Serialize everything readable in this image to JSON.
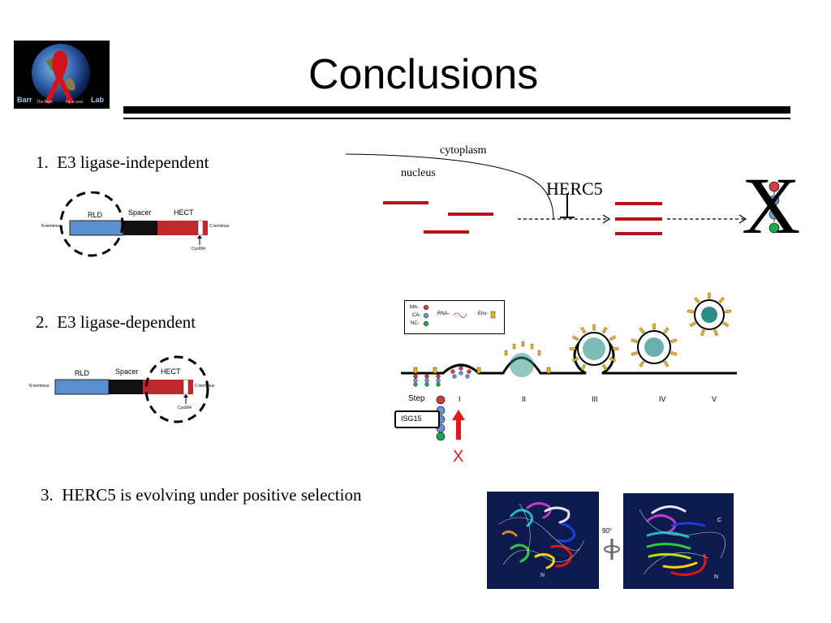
{
  "slide": {
    "title": "Conclusions",
    "logo": {
      "left_text": "Barr",
      "right_text": "Lab",
      "tagline_left": "The hunt",
      "tagline_right": "for a cure"
    },
    "points": [
      {
        "number": "1.",
        "text": "E3 ligase-independent"
      },
      {
        "number": "2.",
        "text": "E3 ligase-dependent"
      },
      {
        "number": "3.",
        "text": "HERC5 is evolving under positive selection"
      }
    ]
  },
  "domain_diagram": {
    "rld": "RLD",
    "spacer": "Spacer",
    "hect": "HECT",
    "n_terminus": "N-terminus",
    "c_terminus": "C-terminus",
    "cys": "Cys994"
  },
  "nuclear_export": {
    "cytoplasm": "cytoplasm",
    "nucleus": "nucleus",
    "herc5": "HERC5",
    "block": "X"
  },
  "budding": {
    "legend": {
      "ma": "MA-",
      "ca": "CA-",
      "nc": "NC-",
      "rna": "RNA-",
      "env": "Env-"
    },
    "step_label": "Step",
    "steps": [
      "I",
      "II",
      "III",
      "IV",
      "V"
    ],
    "isg15": "ISG15",
    "block": "X"
  },
  "structure": {
    "rotation": "90°",
    "c_label": "C",
    "n_label": "N"
  },
  "colors": {
    "accent_red": "#b5121b",
    "rld_blue": "#5b8fd0",
    "hect_red": "#c0282d",
    "panel_bg": "#0c1a4e"
  }
}
